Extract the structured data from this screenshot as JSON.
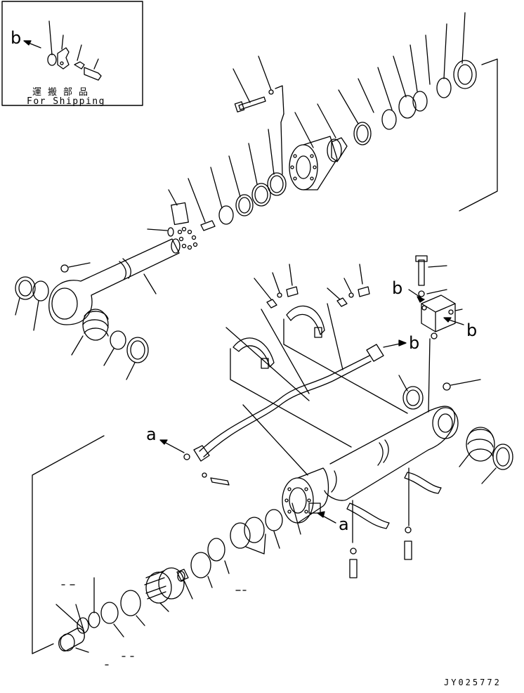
{
  "inset": {
    "caption_jp": "運搬部品",
    "caption_en": "For Shipping",
    "marker_b": "b"
  },
  "markers": [
    {
      "id": "a-left",
      "text": "a"
    },
    {
      "id": "a-right",
      "text": "a"
    },
    {
      "id": "b-top",
      "text": "b"
    },
    {
      "id": "b-valve-left",
      "text": "b"
    },
    {
      "id": "b-valve-right",
      "text": "b"
    }
  ],
  "drawing_number": "JY025772"
}
